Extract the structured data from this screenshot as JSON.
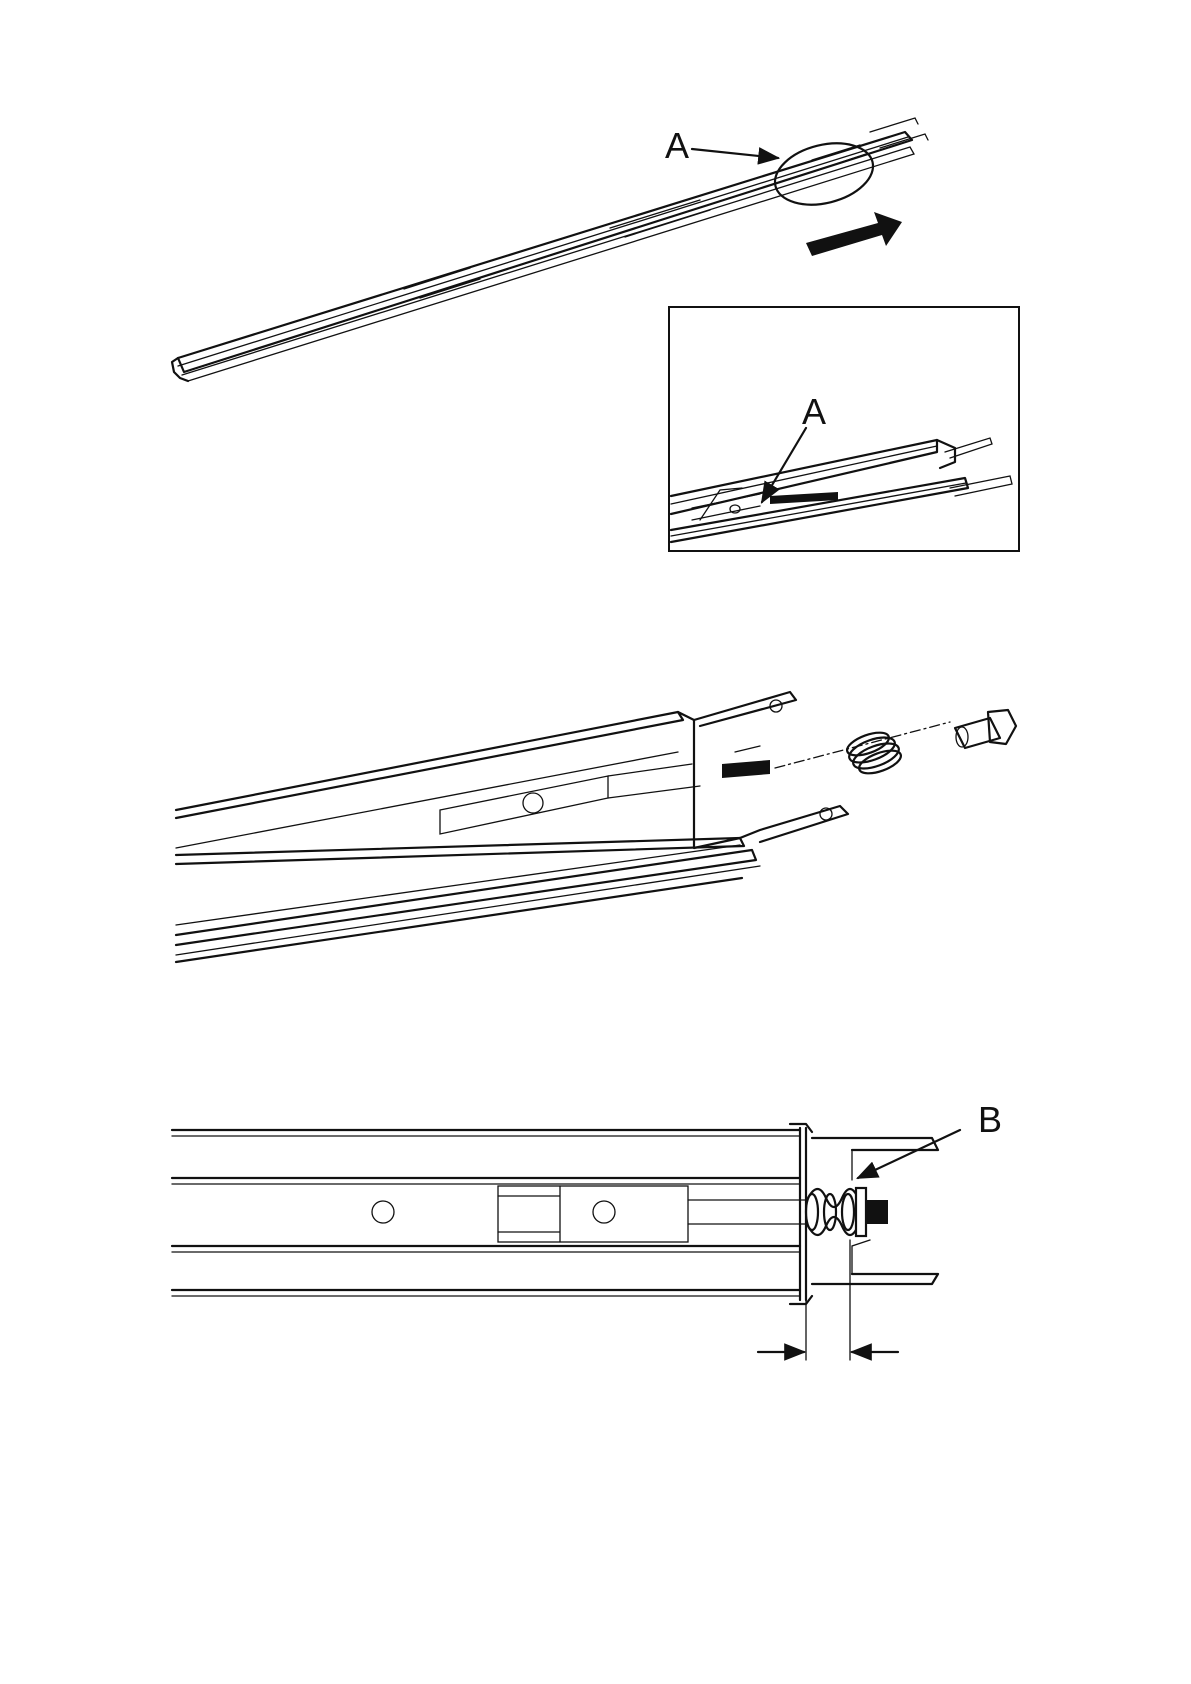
{
  "figure_1": {
    "callout_label": "A",
    "push_arrow_icon": "bold-arrow-right"
  },
  "figure_1_detail": {
    "callout_label": "A"
  },
  "figure_2": {
    "parts": [
      "rail-assembly",
      "compression-spring",
      "bolt",
      "hex-nut"
    ]
  },
  "figure_3": {
    "callout_label": "B",
    "dimension_arrows": "gap-indicator"
  },
  "colors": {
    "line": "#111111",
    "background": "#ffffff"
  }
}
